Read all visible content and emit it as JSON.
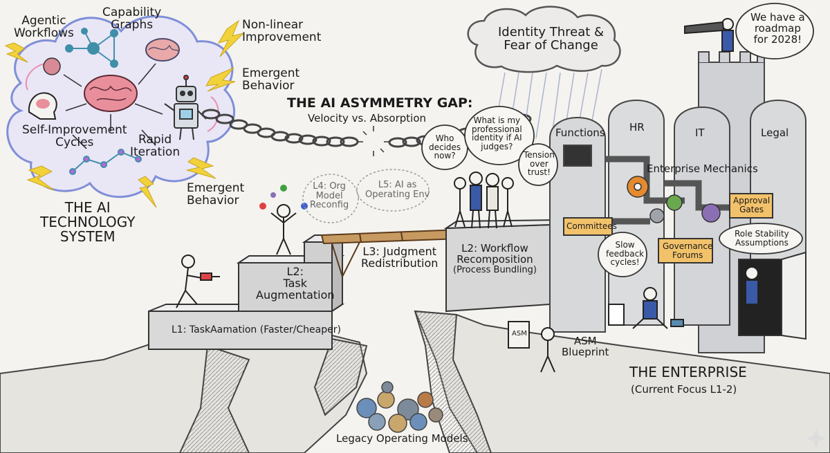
{
  "ai_system": {
    "title_lines": [
      "THE AI",
      "TECHNOLOGY",
      "SYSTEM"
    ],
    "labels": {
      "agentic_workflows": [
        "Agentic",
        "Workflows"
      ],
      "capability_graphs": [
        "Capability",
        "Graphs"
      ],
      "non_linear": [
        "Non-linear",
        "Improvement"
      ],
      "emergent_top": [
        "Emergent",
        "Behavior"
      ],
      "emergent_bottom": [
        "Emergent",
        "Behavior"
      ],
      "self_improvement": [
        "Self-Improvement",
        "Cycles"
      ],
      "rapid_iteration": [
        "Rapid",
        "Iteration"
      ]
    }
  },
  "gap": {
    "title": "THE AI ASYMMETRY GAP:",
    "subtitle": "Velocity vs. Absorption"
  },
  "storm_cloud": [
    "Identity Threat &",
    "Fear of Change"
  ],
  "steps": {
    "l1": "L1: TaskAamation (Faster/Cheaper)",
    "l2_task": [
      "L2:",
      "Task",
      "Augmentation"
    ],
    "l3": [
      "L3: Judgment",
      "Redistribution"
    ],
    "l2_workflow": [
      "L2: Workflow",
      "Recomposition",
      "(Process Bundling)"
    ],
    "l4": [
      "L4: Org",
      "Model",
      "Reconfig"
    ],
    "l5": [
      "L5: AI as",
      "Operating Env"
    ]
  },
  "speech": {
    "who_decides": [
      "Who",
      "decides",
      "now?"
    ],
    "identity": [
      "What is my",
      "professional",
      "identity if AI",
      "judges?"
    ],
    "tension": [
      "Tension",
      "over",
      "trust!"
    ],
    "roadmap": [
      "We have a",
      "roadmap",
      "for 2028!"
    ],
    "slow": [
      "Slow",
      "feedback",
      "cycles!"
    ]
  },
  "enterprise": {
    "title": "THE ENTERPRISE",
    "subtitle": "(Current Focus L1-2)",
    "silos": [
      "Functions",
      "HR",
      "IT",
      "Legal"
    ],
    "mechanics": "Enterprise Mechanics",
    "approval": [
      "Approval",
      "Gates"
    ],
    "committees": "Committees",
    "governance": [
      "Governance",
      "Forums"
    ],
    "role_stability": [
      "Role Stability",
      "Assumptions"
    ]
  },
  "asm": {
    "tag": "ASM",
    "label": [
      "ASM",
      "Blueprint"
    ]
  },
  "legacy": "Legacy Operating Models",
  "colors": {
    "brain": "#e98f9c",
    "network": "#3f8fa8",
    "cloud": "#b8c3ee",
    "gear_orange": "#e48a2f",
    "gear_green": "#6aa84f",
    "gear_purple": "#8b6fb5",
    "box": "#f2c26b",
    "sign": "#f5d9a6",
    "silo": "#d6d8da",
    "cliff": "#8a8a8a",
    "bolt": "#f2d23a"
  }
}
